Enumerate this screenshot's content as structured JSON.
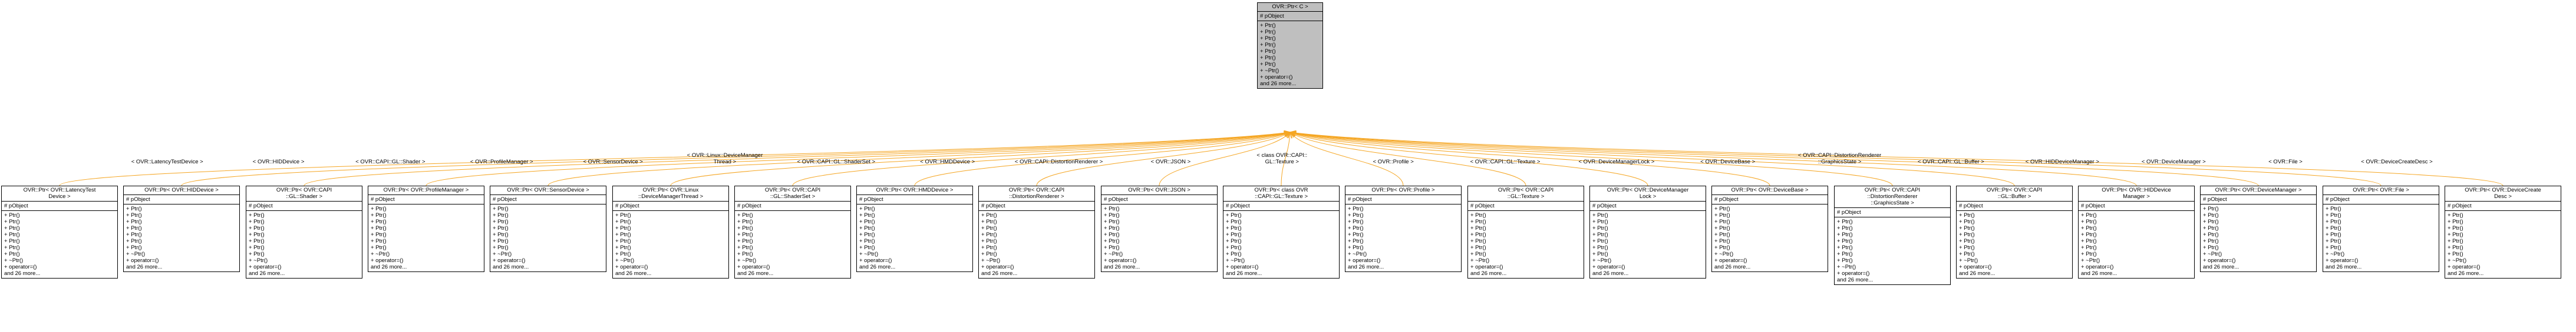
{
  "edge_color": "#f5a623",
  "base": {
    "title": "OVR::Ptr< C >",
    "attrs": [
      "# pObject"
    ],
    "ops": [
      "+ Ptr()",
      "+ Ptr()",
      "+ Ptr()",
      "+ Ptr()",
      "+ Ptr()",
      "+ Ptr()",
      "+ Ptr()",
      "+ ~Ptr()",
      "+ operator=()",
      "and 26 more..."
    ]
  },
  "children": [
    {
      "label": "< OVR::LatencyTestDevice >",
      "title": [
        "OVR::Ptr< OVR::LatencyTest",
        "Device >"
      ],
      "attrs": [
        "# pObject"
      ],
      "ops": [
        "+ Ptr()",
        "+ Ptr()",
        "+ Ptr()",
        "+ Ptr()",
        "+ Ptr()",
        "+ Ptr()",
        "+ Ptr()",
        "+ ~Ptr()",
        "+ operator=()",
        "and 26 more..."
      ]
    },
    {
      "label": "< OVR::HIDDevice >",
      "title": [
        "OVR::Ptr< OVR::HIDDevice >"
      ],
      "attrs": [
        "# pObject"
      ],
      "ops": [
        "+ Ptr()",
        "+ Ptr()",
        "+ Ptr()",
        "+ Ptr()",
        "+ Ptr()",
        "+ Ptr()",
        "+ Ptr()",
        "+ ~Ptr()",
        "+ operator=()",
        "and 26 more..."
      ]
    },
    {
      "label": "< OVR::CAPI::GL::Shader >",
      "title": [
        "OVR::Ptr< OVR::CAPI",
        "::GL::Shader >"
      ],
      "attrs": [
        "# pObject"
      ],
      "ops": [
        "+ Ptr()",
        "+ Ptr()",
        "+ Ptr()",
        "+ Ptr()",
        "+ Ptr()",
        "+ Ptr()",
        "+ Ptr()",
        "+ ~Ptr()",
        "+ operator=()",
        "and 26 more..."
      ]
    },
    {
      "label": "< OVR::ProfileManager >",
      "title": [
        "OVR::Ptr< OVR::ProfileManager >"
      ],
      "attrs": [
        "# pObject"
      ],
      "ops": [
        "+ Ptr()",
        "+ Ptr()",
        "+ Ptr()",
        "+ Ptr()",
        "+ Ptr()",
        "+ Ptr()",
        "+ Ptr()",
        "+ ~Ptr()",
        "+ operator=()",
        "and 26 more..."
      ]
    },
    {
      "label": "< OVR::SensorDevice >",
      "title": [
        "OVR::Ptr< OVR::SensorDevice >"
      ],
      "attrs": [
        "# pObject"
      ],
      "ops": [
        "+ Ptr()",
        "+ Ptr()",
        "+ Ptr()",
        "+ Ptr()",
        "+ Ptr()",
        "+ Ptr()",
        "+ Ptr()",
        "+ ~Ptr()",
        "+ operator=()",
        "and 26 more..."
      ]
    },
    {
      "label": "< OVR::Linux::DeviceManager\nThread >",
      "title": [
        "OVR::Ptr< OVR::Linux",
        "::DeviceManagerThread >"
      ],
      "attrs": [
        "# pObject"
      ],
      "ops": [
        "+ Ptr()",
        "+ Ptr()",
        "+ Ptr()",
        "+ Ptr()",
        "+ Ptr()",
        "+ Ptr()",
        "+ Ptr()",
        "+ ~Ptr()",
        "+ operator=()",
        "and 26 more..."
      ]
    },
    {
      "label": "< OVR::CAPI::GL::ShaderSet >",
      "title": [
        "OVR::Ptr< OVR::CAPI",
        "::GL::ShaderSet >"
      ],
      "attrs": [
        "# pObject"
      ],
      "ops": [
        "+ Ptr()",
        "+ Ptr()",
        "+ Ptr()",
        "+ Ptr()",
        "+ Ptr()",
        "+ Ptr()",
        "+ Ptr()",
        "+ ~Ptr()",
        "+ operator=()",
        "and 26 more..."
      ]
    },
    {
      "label": "< OVR::HMDDevice >",
      "title": [
        "OVR::Ptr< OVR::HMDDevice >"
      ],
      "attrs": [
        "# pObject"
      ],
      "ops": [
        "+ Ptr()",
        "+ Ptr()",
        "+ Ptr()",
        "+ Ptr()",
        "+ Ptr()",
        "+ Ptr()",
        "+ Ptr()",
        "+ ~Ptr()",
        "+ operator=()",
        "and 26 more..."
      ]
    },
    {
      "label": "< OVR::CAPI::DistortionRenderer >",
      "title": [
        "OVR::Ptr< OVR::CAPI",
        "::DistortionRenderer >"
      ],
      "attrs": [
        "# pObject"
      ],
      "ops": [
        "+ Ptr()",
        "+ Ptr()",
        "+ Ptr()",
        "+ Ptr()",
        "+ Ptr()",
        "+ Ptr()",
        "+ Ptr()",
        "+ ~Ptr()",
        "+ operator=()",
        "and 26 more..."
      ]
    },
    {
      "label": "< OVR::JSON >",
      "title": [
        "OVR::Ptr< OVR::JSON >"
      ],
      "attrs": [
        "# pObject"
      ],
      "ops": [
        "+ Ptr()",
        "+ Ptr()",
        "+ Ptr()",
        "+ Ptr()",
        "+ Ptr()",
        "+ Ptr()",
        "+ Ptr()",
        "+ ~Ptr()",
        "+ operator=()",
        "and 26 more..."
      ]
    },
    {
      "label": "< class OVR::CAPI::\nGL::Texture >",
      "title": [
        "OVR::Ptr< class OVR",
        "::CAPI::GL::Texture >"
      ],
      "attrs": [
        "# pObject"
      ],
      "ops": [
        "+ Ptr()",
        "+ Ptr()",
        "+ Ptr()",
        "+ Ptr()",
        "+ Ptr()",
        "+ Ptr()",
        "+ Ptr()",
        "+ ~Ptr()",
        "+ operator=()",
        "and 26 more..."
      ]
    },
    {
      "label": "< OVR::Profile >",
      "title": [
        "OVR::Ptr< OVR::Profile >"
      ],
      "attrs": [
        "# pObject"
      ],
      "ops": [
        "+ Ptr()",
        "+ Ptr()",
        "+ Ptr()",
        "+ Ptr()",
        "+ Ptr()",
        "+ Ptr()",
        "+ Ptr()",
        "+ ~Ptr()",
        "+ operator=()",
        "and 26 more..."
      ]
    },
    {
      "label": "< OVR::CAPI::GL::Texture >",
      "title": [
        "OVR::Ptr< OVR::CAPI",
        "::GL::Texture >"
      ],
      "attrs": [
        "# pObject"
      ],
      "ops": [
        "+ Ptr()",
        "+ Ptr()",
        "+ Ptr()",
        "+ Ptr()",
        "+ Ptr()",
        "+ Ptr()",
        "+ Ptr()",
        "+ ~Ptr()",
        "+ operator=()",
        "and 26 more..."
      ]
    },
    {
      "label": "< OVR::DeviceManagerLock >",
      "title": [
        "OVR::Ptr< OVR::DeviceManager",
        "Lock >"
      ],
      "attrs": [
        "# pObject"
      ],
      "ops": [
        "+ Ptr()",
        "+ Ptr()",
        "+ Ptr()",
        "+ Ptr()",
        "+ Ptr()",
        "+ Ptr()",
        "+ Ptr()",
        "+ ~Ptr()",
        "+ operator=()",
        "and 26 more..."
      ]
    },
    {
      "label": "< OVR::DeviceBase >",
      "title": [
        "OVR::Ptr< OVR::DeviceBase >"
      ],
      "attrs": [
        "# pObject"
      ],
      "ops": [
        "+ Ptr()",
        "+ Ptr()",
        "+ Ptr()",
        "+ Ptr()",
        "+ Ptr()",
        "+ Ptr()",
        "+ Ptr()",
        "+ ~Ptr()",
        "+ operator=()",
        "and 26 more..."
      ]
    },
    {
      "label": "< OVR::CAPI::DistortionRenderer\n::GraphicsState >",
      "title": [
        "OVR::Ptr< OVR::CAPI",
        "::DistortionRenderer",
        "::GraphicsState >"
      ],
      "attrs": [
        "# pObject"
      ],
      "ops": [
        "+ Ptr()",
        "+ Ptr()",
        "+ Ptr()",
        "+ Ptr()",
        "+ Ptr()",
        "+ Ptr()",
        "+ Ptr()",
        "+ ~Ptr()",
        "+ operator=()",
        "and 26 more..."
      ]
    },
    {
      "label": "< OVR::CAPI::GL::Buffer >",
      "title": [
        "OVR::Ptr< OVR::CAPI",
        "::GL::Buffer >"
      ],
      "attrs": [
        "# pObject"
      ],
      "ops": [
        "+ Ptr()",
        "+ Ptr()",
        "+ Ptr()",
        "+ Ptr()",
        "+ Ptr()",
        "+ Ptr()",
        "+ Ptr()",
        "+ ~Ptr()",
        "+ operator=()",
        "and 26 more..."
      ]
    },
    {
      "label": "< OVR::HIDDeviceManager >",
      "title": [
        "OVR::Ptr< OVR::HIDDevice",
        "Manager >"
      ],
      "attrs": [
        "# pObject"
      ],
      "ops": [
        "+ Ptr()",
        "+ Ptr()",
        "+ Ptr()",
        "+ Ptr()",
        "+ Ptr()",
        "+ Ptr()",
        "+ Ptr()",
        "+ ~Ptr()",
        "+ operator=()",
        "and 26 more..."
      ]
    },
    {
      "label": "< OVR::DeviceManager >",
      "title": [
        "OVR::Ptr< OVR::DeviceManager >"
      ],
      "attrs": [
        "# pObject"
      ],
      "ops": [
        "+ Ptr()",
        "+ Ptr()",
        "+ Ptr()",
        "+ Ptr()",
        "+ Ptr()",
        "+ Ptr()",
        "+ Ptr()",
        "+ ~Ptr()",
        "+ operator=()",
        "and 26 more..."
      ]
    },
    {
      "label": "< OVR::File >",
      "title": [
        "OVR::Ptr< OVR::File >"
      ],
      "attrs": [
        "# pObject"
      ],
      "ops": [
        "+ Ptr()",
        "+ Ptr()",
        "+ Ptr()",
        "+ Ptr()",
        "+ Ptr()",
        "+ Ptr()",
        "+ Ptr()",
        "+ ~Ptr()",
        "+ operator=()",
        "and 26 more..."
      ]
    },
    {
      "label": "< OVR::DeviceCreateDesc >",
      "title": [
        "OVR::Ptr< OVR::DeviceCreate",
        "Desc >"
      ],
      "attrs": [
        "# pObject"
      ],
      "ops": [
        "+ Ptr()",
        "+ Ptr()",
        "+ Ptr()",
        "+ Ptr()",
        "+ Ptr()",
        "+ Ptr()",
        "+ Ptr()",
        "+ ~Ptr()",
        "+ operator=()",
        "and 26 more..."
      ]
    }
  ]
}
